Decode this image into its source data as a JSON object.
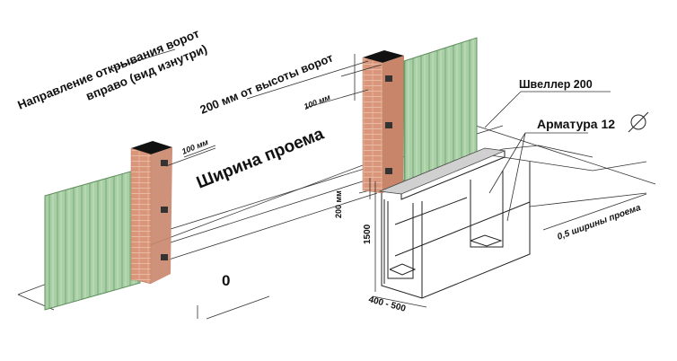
{
  "labels": {
    "direction_line1": "Направление открывания ворот",
    "direction_line2": "вправо (вид изнутри)",
    "height_offset": "200 мм от высоты ворот",
    "offset_right": "100 мм",
    "offset_left": "100 мм",
    "opening_width": "Ширина проема",
    "channel": "Швеллер 200",
    "rebar": "Арматура 12",
    "channel_gap": "200 мм",
    "depth": "1500",
    "foundation_width": "400 - 500",
    "half_width": "0,5 ширины проема",
    "zero": "0"
  },
  "colors": {
    "fence": "#a9cfa6",
    "brick": "#d9967a",
    "channel": "#d0d0d0"
  }
}
